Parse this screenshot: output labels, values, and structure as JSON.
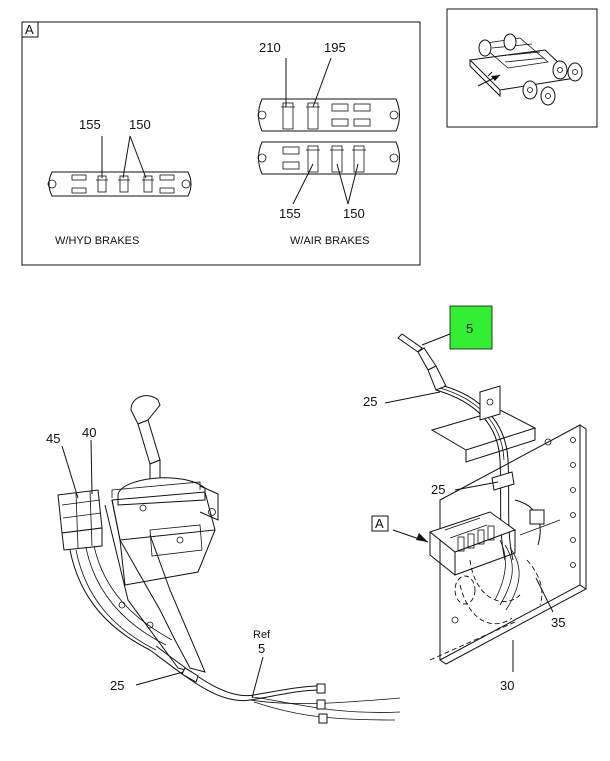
{
  "callouts": {
    "detail_a_box": "A",
    "detail_a_leader": "A",
    "hyd_155": "155",
    "hyd_150": "150",
    "air_210": "210",
    "air_195": "195",
    "air_155": "155",
    "air_150": "150",
    "part_5_highlight": "5",
    "c25_top": "25",
    "c25_mid": "25",
    "c25_bottom": "25",
    "c45": "45",
    "c40": "40",
    "c35": "35",
    "c30": "30",
    "ref_word": "Ref",
    "ref_num": "5"
  },
  "captions": {
    "hyd": "W/HYD BRAKES",
    "air": "W/AIR BRAKES"
  },
  "colors": {
    "highlight": "#33ee33",
    "line": "#111111"
  }
}
